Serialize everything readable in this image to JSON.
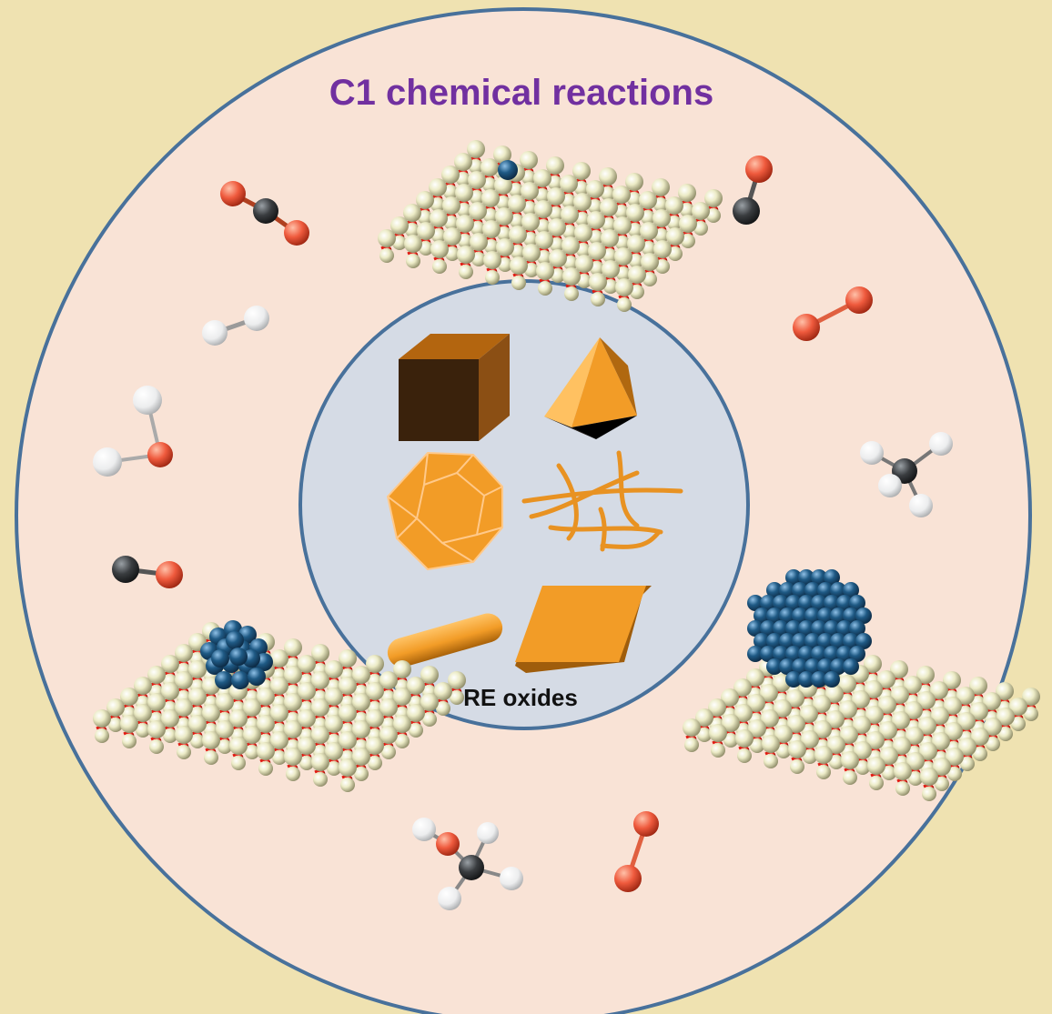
{
  "diagram": {
    "title": "C1 chemical reactions",
    "center_label": "RE oxides",
    "colors": {
      "background": "#efe2b1",
      "outer_circle_fill": "#f9e3d6",
      "ring_stroke": "#48719b",
      "inner_circle_fill": "#d5dbe5",
      "title_color": "#7130a0",
      "label_color": "#111111",
      "shape_orange": "#f29c27",
      "shape_dark_brown": "#3a220c",
      "support_atom": "#ecebc6",
      "support_oxygen": "#e11b12",
      "metal_atom": "#1f5a85",
      "oxygen_atom": "#ef5a3d",
      "carbon_atom": "#3a3d40",
      "hydrogen_atom": "#ecedee"
    },
    "shapes": [
      {
        "name": "cube-shape"
      },
      {
        "name": "octahedron-shape"
      },
      {
        "name": "polyhedron-shape"
      },
      {
        "name": "nanowire-network-shape"
      },
      {
        "name": "nanorod-shape"
      },
      {
        "name": "nanosheet-shape"
      }
    ],
    "catalysts": [
      {
        "name": "single-atom-catalyst"
      },
      {
        "name": "cluster-catalyst"
      },
      {
        "name": "nanoparticle-catalyst"
      }
    ],
    "molecules": [
      {
        "name": "co2-molecule"
      },
      {
        "name": "h2-molecule"
      },
      {
        "name": "h2o-molecule"
      },
      {
        "name": "co-molecule-left"
      },
      {
        "name": "co-molecule-top-right"
      },
      {
        "name": "o2-molecule-right"
      },
      {
        "name": "ch4-molecule"
      },
      {
        "name": "ch3oh-molecule"
      },
      {
        "name": "o2-molecule-bottom"
      }
    ]
  }
}
